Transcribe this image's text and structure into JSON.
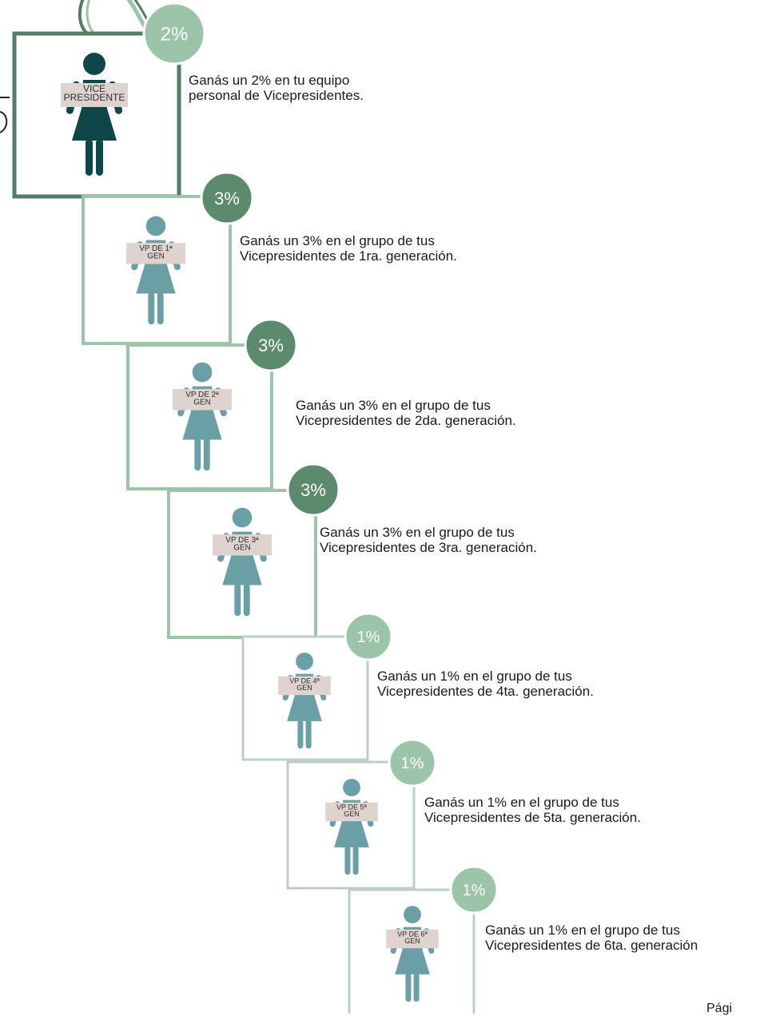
{
  "levels": [
    {
      "pct": "2%",
      "badge": [
        "VICE",
        "PRESIDENTE"
      ],
      "line1": "Ganás un 2% en tu equipo",
      "line2": "personal de Vicepresidentes.",
      "circle_color": "#9cc4a8",
      "frame_color": "#547d66",
      "figure_color": "#0e4649"
    },
    {
      "pct": "3%",
      "badge": [
        "VP DE 1ª",
        "GEN"
      ],
      "line1": "Ganás un 3% en el grupo de tus",
      "line2": "Vicepresidentes de 1ra. generación.",
      "circle_color": "#5b8a6c",
      "frame_color": "#9cc4a8",
      "figure_color": "#6a9fa6"
    },
    {
      "pct": "3%",
      "badge": [
        "VP DE 2ª",
        "GEN"
      ],
      "line1": "Ganás un 3% en el grupo de tus",
      "line2": "Vicepresidentes de 2da. generación.",
      "circle_color": "#5b8a6c",
      "frame_color": "#9cc4a8",
      "figure_color": "#6a9fa6"
    },
    {
      "pct": "3%",
      "badge": [
        "VP DE 3ª",
        "GEN"
      ],
      "line1": "Ganás un 3% en el grupo de tus",
      "line2": "Vicepresidentes de 3ra. generación.",
      "circle_color": "#5b8a6c",
      "frame_color": "#9cc4a8",
      "figure_color": "#6a9fa6"
    },
    {
      "pct": "1%",
      "badge": [
        "VP DE 4ª",
        "GEN"
      ],
      "line1": "Ganás un 1% en el grupo de tus",
      "line2": "Vicepresidentes de 4ta. generación.",
      "circle_color": "#9cc4a8",
      "frame_color": "#bccfc3",
      "figure_color": "#6a9fa6"
    },
    {
      "pct": "1%",
      "badge": [
        "VP DE 5ª",
        "GEN"
      ],
      "line1": "Ganás un 1% en el grupo de tus",
      "line2": "Vicepresidentes de 5ta. generación.",
      "circle_color": "#9cc4a8",
      "frame_color": "#bccfc3",
      "figure_color": "#6a9fa6"
    },
    {
      "pct": "1%",
      "badge": [
        "VP DE 6ª",
        "GEN"
      ],
      "line1": "Ganás un 1% en el grupo de tus",
      "line2": "Vicepresidentes de 6ta. generación",
      "circle_color": "#9cc4a8",
      "frame_color": "#bccfc3",
      "figure_color": "#6a9fa6"
    }
  ],
  "footer": {
    "page_text": "Pági"
  },
  "colors": {
    "badge_bg": "#ded3cf",
    "badge_text": "#2e2e2e",
    "circle_text": "#ffffff",
    "text": "#1a1a1a"
  }
}
